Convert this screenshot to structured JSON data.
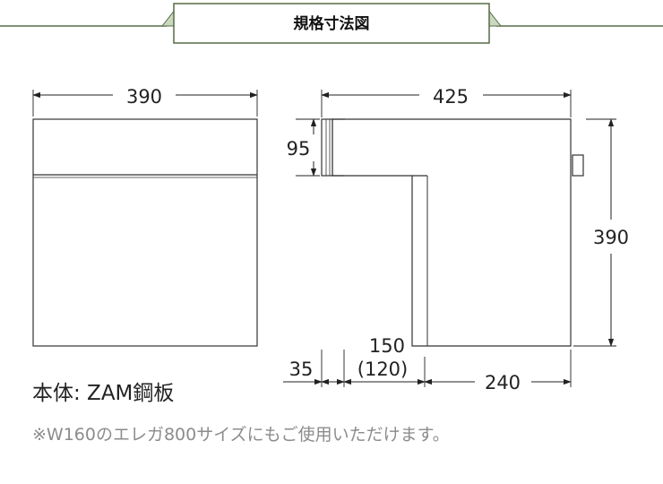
{
  "header": {
    "title": "規格寸法図",
    "accent_color": "#c9d8bf",
    "border_color": "#556b46"
  },
  "front_view": {
    "width_label": "390"
  },
  "side_view": {
    "depth_label": "425",
    "top_height_label": "95",
    "total_height_label": "390",
    "base_height_label": "150",
    "post_offset_label": "35",
    "post_offset_alt_label": "(120)",
    "base_depth_label": "240"
  },
  "notes": {
    "material": "本体: ZAM鋼板",
    "compat": "※W160のエレガ800サイズにもご使用いただけます。"
  }
}
